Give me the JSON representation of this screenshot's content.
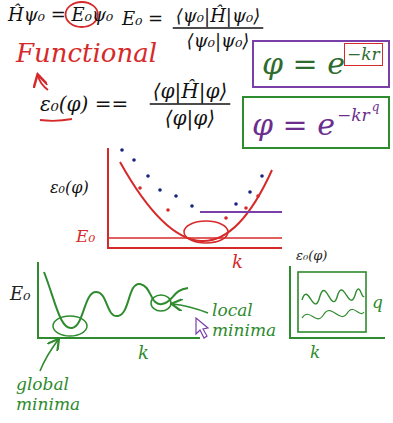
{
  "diagram": {
    "nodes": [
      {
        "text": [
          "φ = e",
          "−kr"
        ]
      },
      {
        "text": [
          "φ = e",
          "−kr",
          "q"
        ]
      }
    ],
    "labels": [
      "Ĥψ₀ = E₀ψ₀",
      "E₀ =",
      "⟨ψ₀|Ĥ|ψ₀⟩",
      "⟨ψ₀|ψ₀⟩",
      "Functional",
      "ε₀(φ) ==",
      "⟨φ|Ĥ|φ⟩",
      "⟨φ|φ⟩",
      "ε₀(φ)",
      "E₀",
      "k",
      "E₀",
      "k",
      "local minima",
      "global minima",
      "ε₀(φ)",
      "q",
      "k"
    ]
  }
}
